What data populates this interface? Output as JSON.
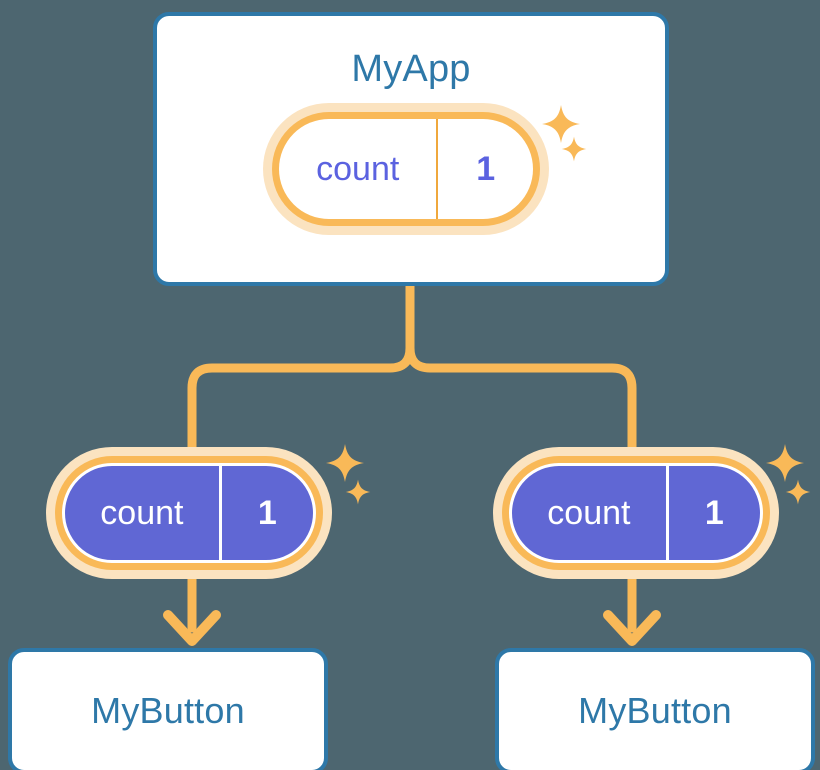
{
  "diagram": {
    "title_text": "MyApp",
    "background_color": "#4d6670",
    "card_border_color": "#2e78a8",
    "card_fill_color": "#ffffff",
    "pill_ring_color": "#f9b958",
    "pill_halo_color": "#fbe3c0",
    "pill_solid_fill_color": "#6067d4",
    "accent_text_color": "#5b62e0",
    "connector_color": "#f9b958"
  },
  "root": {
    "label": "MyApp",
    "state": {
      "key": "count",
      "value": "1"
    }
  },
  "children": [
    {
      "state": {
        "key": "count",
        "value": "1"
      },
      "label": "MyButton"
    },
    {
      "state": {
        "key": "count",
        "value": "1"
      },
      "label": "MyButton"
    }
  ],
  "icons": {
    "sparkle_large": "sparkle-icon",
    "sparkle_small": "sparkle-icon",
    "arrow_down": "arrow-down-icon"
  }
}
